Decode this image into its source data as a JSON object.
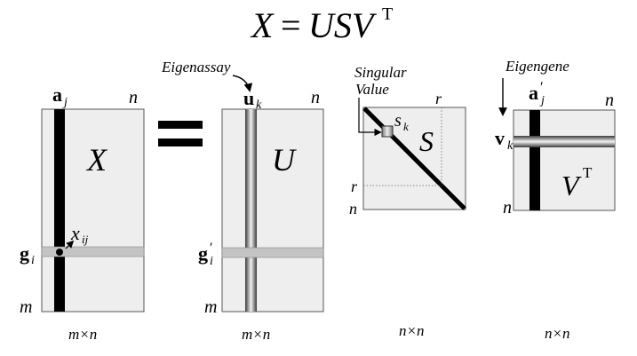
{
  "equation": {
    "lhs": "X",
    "eq": "=",
    "rhs": "USV",
    "sup": "T"
  },
  "labels": {
    "eigenassay": "Eigenassay",
    "singular_line1": "Singular",
    "singular_line2": "Value",
    "eigengene": "Eigengene"
  },
  "matrix_x": {
    "name": "X",
    "col_vec": "a",
    "col_sub": "j",
    "row_vec": "g",
    "row_sub": "i",
    "elem": "x",
    "elem_sub": "ij",
    "dim_n": "n",
    "dim_m": "m",
    "size": "m×n"
  },
  "matrix_u": {
    "name": "U",
    "col_vec": "u",
    "col_sub": "k",
    "row_vec": "g",
    "row_prime": "′",
    "row_sub": "i",
    "dim_n": "n",
    "dim_m": "m",
    "size": "m×n"
  },
  "matrix_s": {
    "name": "S",
    "elem": "s",
    "elem_sub": "k",
    "dim_r_top": "r",
    "dim_r_left": "r",
    "dim_n": "n",
    "size": "n×n"
  },
  "matrix_vt": {
    "name": "V",
    "sup": "T",
    "col_vec": "a",
    "col_prime": "′",
    "col_sub": "j",
    "row_vec": "v",
    "row_sub": "k",
    "dim_n_top": "n",
    "dim_n_left": "n",
    "size": "n×n"
  },
  "colors": {
    "matrix_fill": "#eeeeee",
    "matrix_stroke": "#555555",
    "bar_dark": "#000000",
    "bar_light": "#c4c4c4",
    "ink": "#000000"
  }
}
